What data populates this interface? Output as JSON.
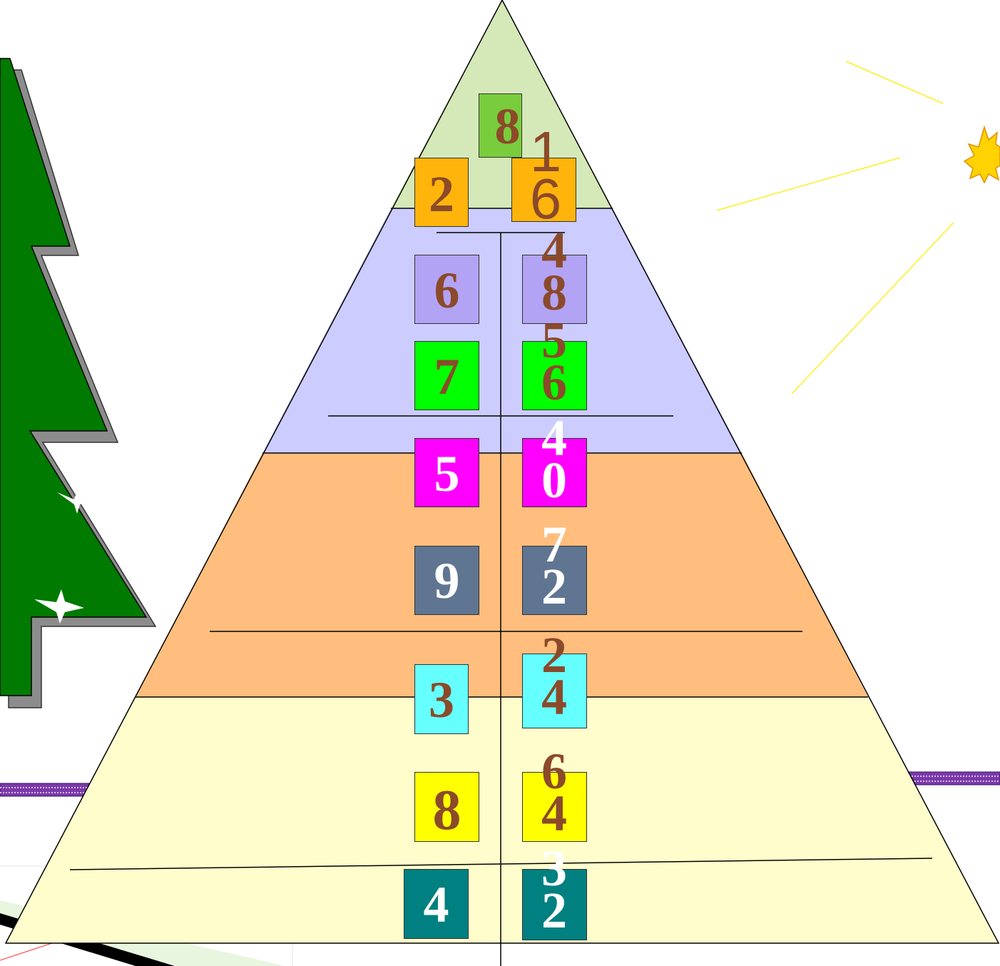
{
  "colors": {
    "tree_green": "#007a00",
    "tree_shadow": "#8c8c8c",
    "apex": "#d5e8b8",
    "band_blue": "#ccccff",
    "band_orange": "#ffbe7e",
    "band_yellow": "#fffdcc",
    "digit_brown": "#8b4a2a",
    "digit_white": "#ffffff",
    "sun": "#ffd200",
    "ray": "#ffe800",
    "ribbon": "#7a3aa8"
  },
  "left_column": [
    {
      "digit": "8",
      "color": "#79cc3c",
      "text_color": "#8b4a2a"
    },
    {
      "digit": "2",
      "color": "#ffb40c",
      "text_color": "#8b4a2a"
    },
    {
      "digit": "6",
      "color": "#b3a3f5",
      "text_color": "#8b4a2a"
    },
    {
      "digit": "7",
      "color": "#00ff00",
      "text_color": "#8b4a2a"
    },
    {
      "digit": "5",
      "color": "#ff00ff",
      "text_color": "#ffffff"
    },
    {
      "digit": "9",
      "color": "#5f7591",
      "text_color": "#ffffff"
    },
    {
      "digit": "3",
      "color": "#66ffff",
      "text_color": "#8b4a2a"
    },
    {
      "digit": "8",
      "color": "#ffff00",
      "text_color": "#8b4a2a"
    },
    {
      "digit": "4",
      "color": "#008080",
      "text_color": "#ffffff"
    }
  ],
  "right_column": [
    {
      "value": "16",
      "color": "#ffb40c",
      "text_color": "#8b4a2a"
    },
    {
      "value": "48",
      "color": "#b3a3f5",
      "text_color": "#8b4a2a"
    },
    {
      "value": "56",
      "color": "#00ff00",
      "text_color": "#8b4a2a"
    },
    {
      "value": "40",
      "color": "#ff00ff",
      "text_color": "#ffffff"
    },
    {
      "value": "72",
      "color": "#5f7591",
      "text_color": "#ffffff"
    },
    {
      "value": "24",
      "color": "#66ffff",
      "text_color": "#8b4a2a"
    },
    {
      "value": "64",
      "color": "#ffff00",
      "text_color": "#8b4a2a"
    },
    {
      "value": "32",
      "color": "#008080",
      "text_color": "#ffffff"
    }
  ]
}
